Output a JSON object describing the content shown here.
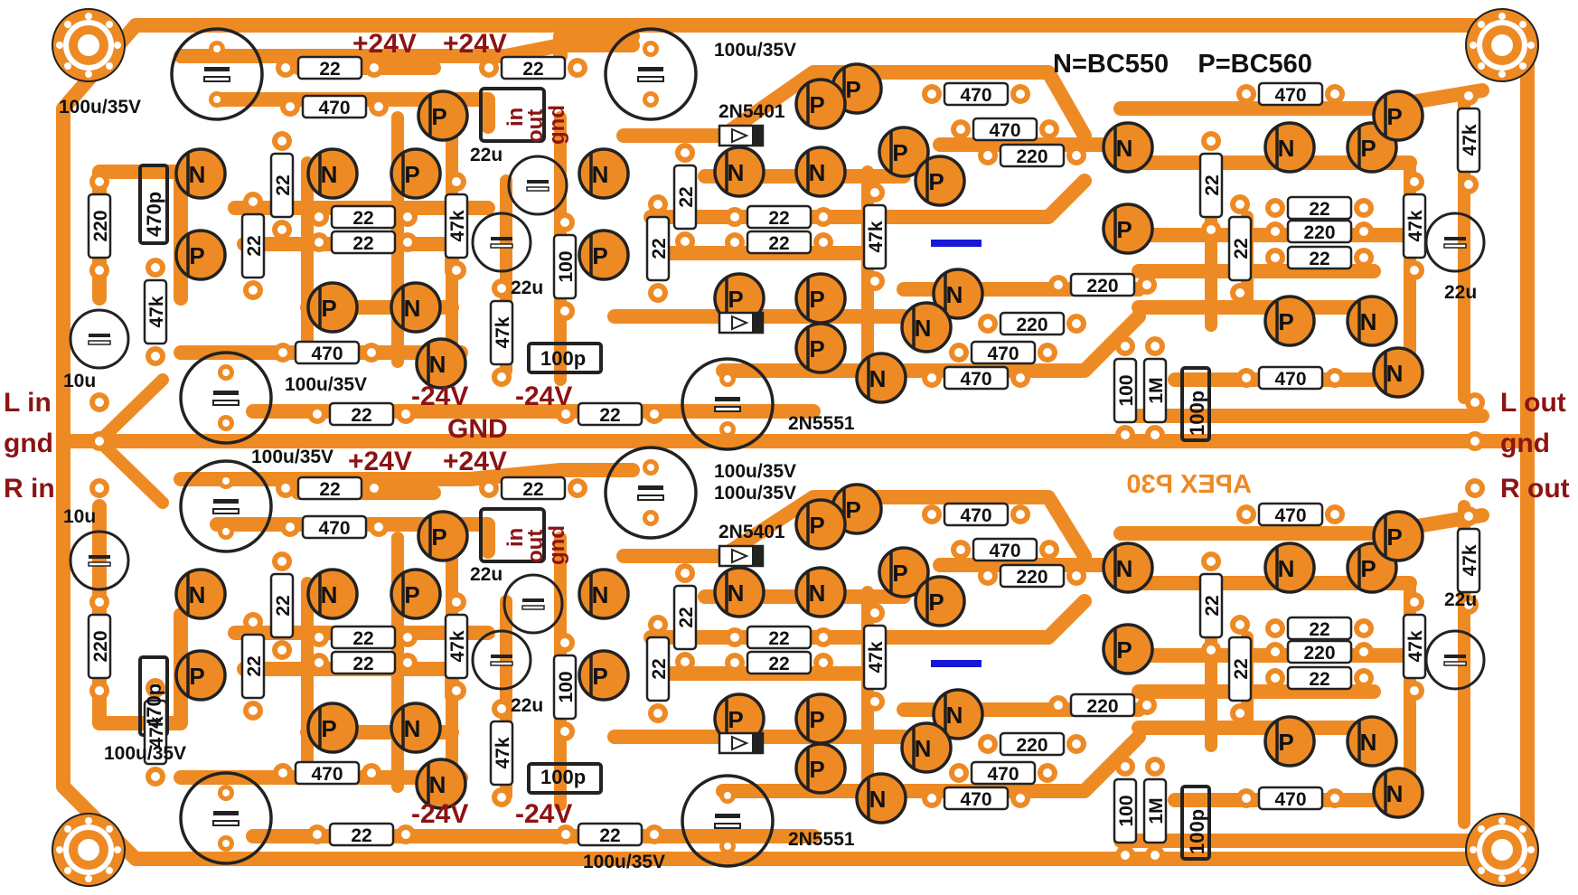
{
  "colors": {
    "copper": "#ee8a24",
    "outline": "#222222",
    "pad_hole": "#ffffff",
    "label_red": "#8b1414",
    "jumper": "#1717d6",
    "background": "#ffffff"
  },
  "legend": "N=BC550    P=BC560",
  "brand": "APEX P30",
  "io": {
    "l_in": "L in",
    "gnd_in": "gnd",
    "r_in": "R in",
    "l_out": "L out",
    "gnd_out": "gnd",
    "r_out": "R out",
    "gnd_center": "GND"
  },
  "rails": {
    "pos_a": "+24V",
    "pos_b": "+24V",
    "neg_a": "-24V",
    "neg_b": "-24V"
  },
  "regulator": {
    "in": "in",
    "out": "out",
    "gnd": "gnd"
  },
  "channel_top": {
    "cap_main_left": "100u/35V",
    "cap_main_right": "100u/35V",
    "cap_low_left": "100u/35V",
    "cap_in": "10u",
    "cap_22u_a": "22u",
    "cap_22u_b": "22u",
    "cap_22u_out": "22u",
    "cap_100p_a": "100p",
    "cap_100p_b": "100p",
    "cap_470p": "470p",
    "diode_label": "2N5401",
    "transistor_label": "2N5551",
    "res": {
      "r22_top_a": "22",
      "r22_top_b": "22",
      "r470_top": "470",
      "r22_v1": "22",
      "r22_v2": "22",
      "r22_h1": "22",
      "r22_h2": "22",
      "r47k_a": "47k",
      "r47k_b": "47k",
      "r47k_c": "47k",
      "r220": "220",
      "r470_low": "470",
      "r22_low_a": "22",
      "r22_low_b": "22",
      "r100": "100",
      "r22_mid_v1": "22",
      "r22_mid_v2": "22",
      "r22_mid_h1": "22",
      "r22_mid_h2": "22",
      "r47k_mid": "47k",
      "r470_ra": "470",
      "r470_rb": "470",
      "r220_ra": "220",
      "r220_mid": "220",
      "r220_rb": "220",
      "r470_rc": "470",
      "r470_rd": "470",
      "r100_out": "100",
      "r1m": "1M",
      "r470_out_a": "470",
      "r470_out_b": "470",
      "r22_out_a": "22",
      "r22_out_b": "22",
      "r220_out": "220",
      "r22_out_c": "22",
      "r22_v_out": "22",
      "r47k_out_a": "47k",
      "r47k_out_b": "47k",
      "r22_v_out2": "22"
    }
  },
  "channel_bottom": {
    "cap_main_left": "100u/35V",
    "cap_main_right_a": "100u/35V",
    "cap_main_right_b": "100u/35V",
    "cap_low_left": "100u/35V",
    "cap_low_right": "100u/35V",
    "cap_in": "10u",
    "cap_22u_a": "22u",
    "cap_22u_b": "22u",
    "cap_22u_out": "22u",
    "diode_label": "2N5401",
    "transistor_label": "2N5551"
  },
  "transistors": {
    "npn": "N",
    "pnp": "P"
  }
}
